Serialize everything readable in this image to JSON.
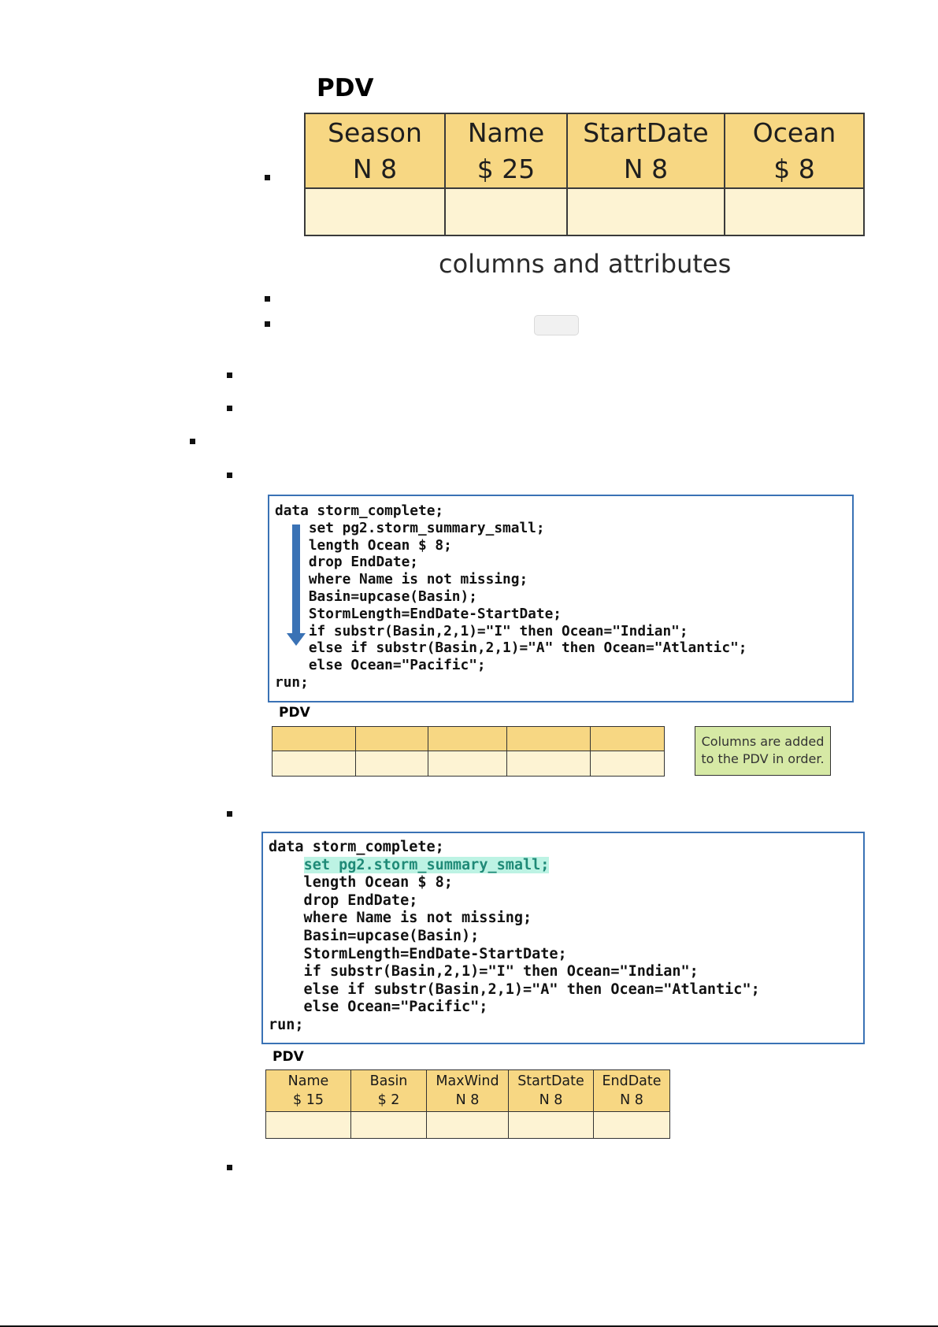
{
  "pdv_top": {
    "title": "PDV",
    "columns": [
      {
        "name": "Season",
        "attr": "N 8"
      },
      {
        "name": "Name",
        "attr": "$ 25"
      },
      {
        "name": "StartDate",
        "attr": "N 8"
      },
      {
        "name": "Ocean",
        "attr": "$ 8"
      }
    ],
    "caption": "columns and attributes"
  },
  "code_block_1": {
    "lines": [
      "data storm_complete;",
      "    set pg2.storm_summary_small;",
      "    length Ocean $ 8;",
      "    drop EndDate;",
      "    where Name is not missing;",
      "    Basin=upcase(Basin);",
      "    StormLength=EndDate-StartDate;",
      "    if substr(Basin,2,1)=\"I\" then Ocean=\"Indian\";",
      "    else if substr(Basin,2,1)=\"A\" then Ocean=\"Atlantic\";",
      "    else Ocean=\"Pacific\";",
      "run;"
    ]
  },
  "pdv_mid": {
    "title": "PDV",
    "note_line1": "Columns are added",
    "note_line2": "to the PDV in order."
  },
  "code_block_2": {
    "highlighted_line": "set pg2.storm_summary_small;",
    "lines": [
      "data storm_complete;",
      "    set pg2.storm_summary_small;",
      "    length Ocean $ 8;",
      "    drop EndDate;",
      "    where Name is not missing;",
      "    Basin=upcase(Basin);",
      "    StormLength=EndDate-StartDate;",
      "    if substr(Basin,2,1)=\"I\" then Ocean=\"Indian\";",
      "    else if substr(Basin,2,1)=\"A\" then Ocean=\"Atlantic\";",
      "    else Ocean=\"Pacific\";",
      "run;"
    ]
  },
  "pdv_bottom": {
    "title": "PDV",
    "columns": [
      {
        "name": "Name",
        "attr": "$ 15"
      },
      {
        "name": "Basin",
        "attr": "$ 2"
      },
      {
        "name": "MaxWind",
        "attr": "N 8"
      },
      {
        "name": "StartDate",
        "attr": "N 8"
      },
      {
        "name": "EndDate",
        "attr": "N 8"
      }
    ]
  }
}
